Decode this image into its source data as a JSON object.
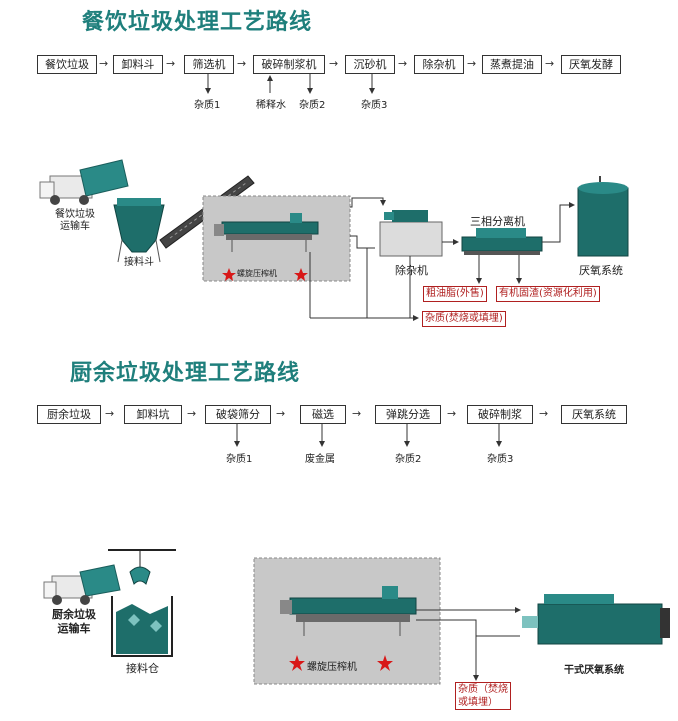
{
  "section1": {
    "title": "餐饮垃圾处理工艺路线",
    "flow": [
      "餐饮垃圾",
      "卸料斗",
      "筛选机",
      "破碎制浆机",
      "沉砂机",
      "除杂机",
      "蒸煮提油",
      "厌氧发酵"
    ],
    "sublabels": {
      "s1": "杂质1",
      "s2": "稀释水",
      "s3": "杂质2",
      "s4": "杂质3"
    },
    "diagram": {
      "truck": "餐饮垃圾\n运输车",
      "truck_l1": "餐饮垃圾",
      "truck_l2": "运输车",
      "hopper": "接料斗",
      "press": "螺旋压榨机",
      "remover": "除杂机",
      "separator": "三相分离机",
      "anaerobic": "厌氧系统",
      "oil": "粗油脂(外售)",
      "residue": "有机固渣(资源化利用)",
      "impurity": "杂质(焚烧或填埋)"
    }
  },
  "section2": {
    "title": "厨余垃圾处理工艺路线",
    "flow": [
      "厨余垃圾",
      "卸料坑",
      "破袋筛分",
      "磁选",
      "弹跳分选",
      "破碎制浆",
      "厌氧系统"
    ],
    "sublabels": {
      "s1": "杂质1",
      "s2": "废金属",
      "s3": "杂质2",
      "s4": "杂质3"
    },
    "diagram": {
      "truck_l1": "厨余垃圾",
      "truck_l2": "运输车",
      "bin": "接料仓",
      "press": "螺旋压榨机",
      "dry": "干式厌氧系统",
      "imp_l1": "杂质（焚烧",
      "imp_l2": "或填埋）"
    }
  },
  "colors": {
    "title": "#1f7f7c",
    "machine": "#1e6e6a",
    "star": "#d81818",
    "shade": "#c8c8c8"
  }
}
